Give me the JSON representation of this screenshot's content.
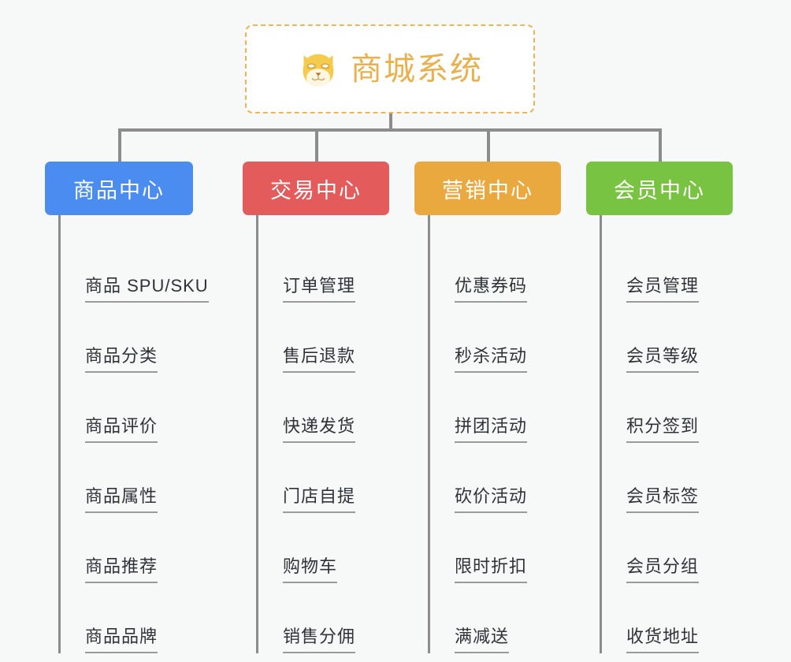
{
  "page": {
    "background_color": "#f7f8f8",
    "line_color": "#8c8c8c"
  },
  "root": {
    "title": "商城系统",
    "icon": "shiba-dog-face-icon",
    "title_color": "#e9b04c",
    "border_color": "#eeb455",
    "card_background": "#ffffff"
  },
  "columns": [
    {
      "id": "product-center",
      "label": "商品中心",
      "color": "#4a8cf0",
      "items": [
        {
          "label": "商品 SPU/SKU"
        },
        {
          "label": "商品分类"
        },
        {
          "label": "商品评价"
        },
        {
          "label": "商品属性"
        },
        {
          "label": "商品推荐"
        },
        {
          "label": "商品品牌"
        }
      ]
    },
    {
      "id": "trade-center",
      "label": "交易中心",
      "color": "#e45b5b",
      "items": [
        {
          "label": "订单管理"
        },
        {
          "label": "售后退款"
        },
        {
          "label": "快递发货"
        },
        {
          "label": "门店自提"
        },
        {
          "label": "购物车"
        },
        {
          "label": "销售分佣"
        }
      ]
    },
    {
      "id": "marketing-center",
      "label": "营销中心",
      "color": "#eaa93f",
      "items": [
        {
          "label": "优惠券码"
        },
        {
          "label": "秒杀活动"
        },
        {
          "label": "拼团活动"
        },
        {
          "label": "砍价活动"
        },
        {
          "label": "限时折扣"
        },
        {
          "label": "满减送"
        }
      ]
    },
    {
      "id": "member-center",
      "label": "会员中心",
      "color": "#79c342",
      "items": [
        {
          "label": "会员管理"
        },
        {
          "label": "会员等级"
        },
        {
          "label": "积分签到"
        },
        {
          "label": "会员标签"
        },
        {
          "label": "会员分组"
        },
        {
          "label": "收货地址"
        }
      ]
    }
  ]
}
